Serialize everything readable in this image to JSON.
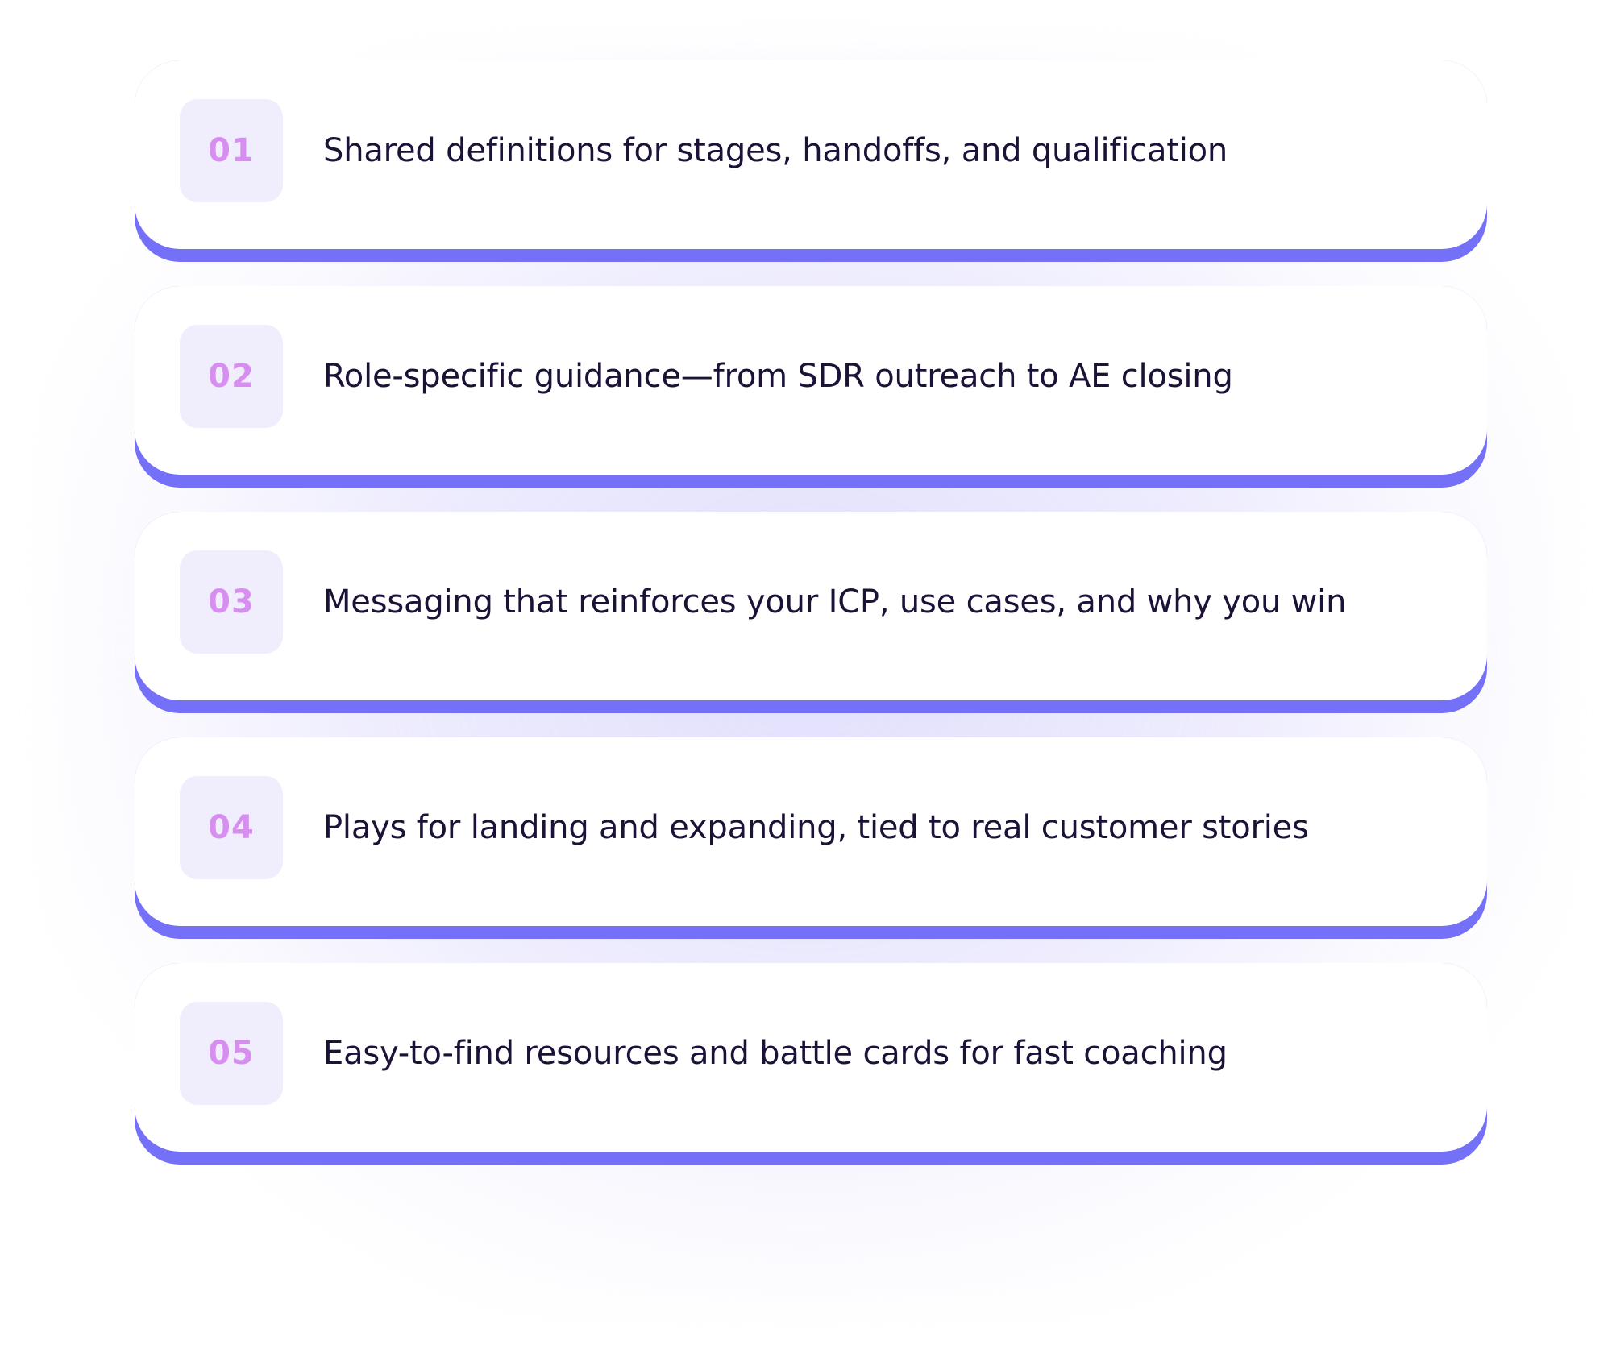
{
  "items": [
    {
      "number": "01",
      "text": "Shared definitions for stages, handoffs, and qualification"
    },
    {
      "number": "02",
      "text": "Role-specific guidance—from SDR outreach to AE closing"
    },
    {
      "number": "03",
      "text": "Messaging that reinforces your ICP, use cases, and why you win"
    },
    {
      "number": "04",
      "text": "Plays for landing and expanding, tied to real customer stories"
    },
    {
      "number": "05",
      "text": "Easy-to-find resources and battle cards for fast coaching"
    }
  ],
  "colors": {
    "accent": "#7471f8",
    "number": "#d88ef0",
    "number_bg": "#f0eefc",
    "text": "#1c1238"
  }
}
